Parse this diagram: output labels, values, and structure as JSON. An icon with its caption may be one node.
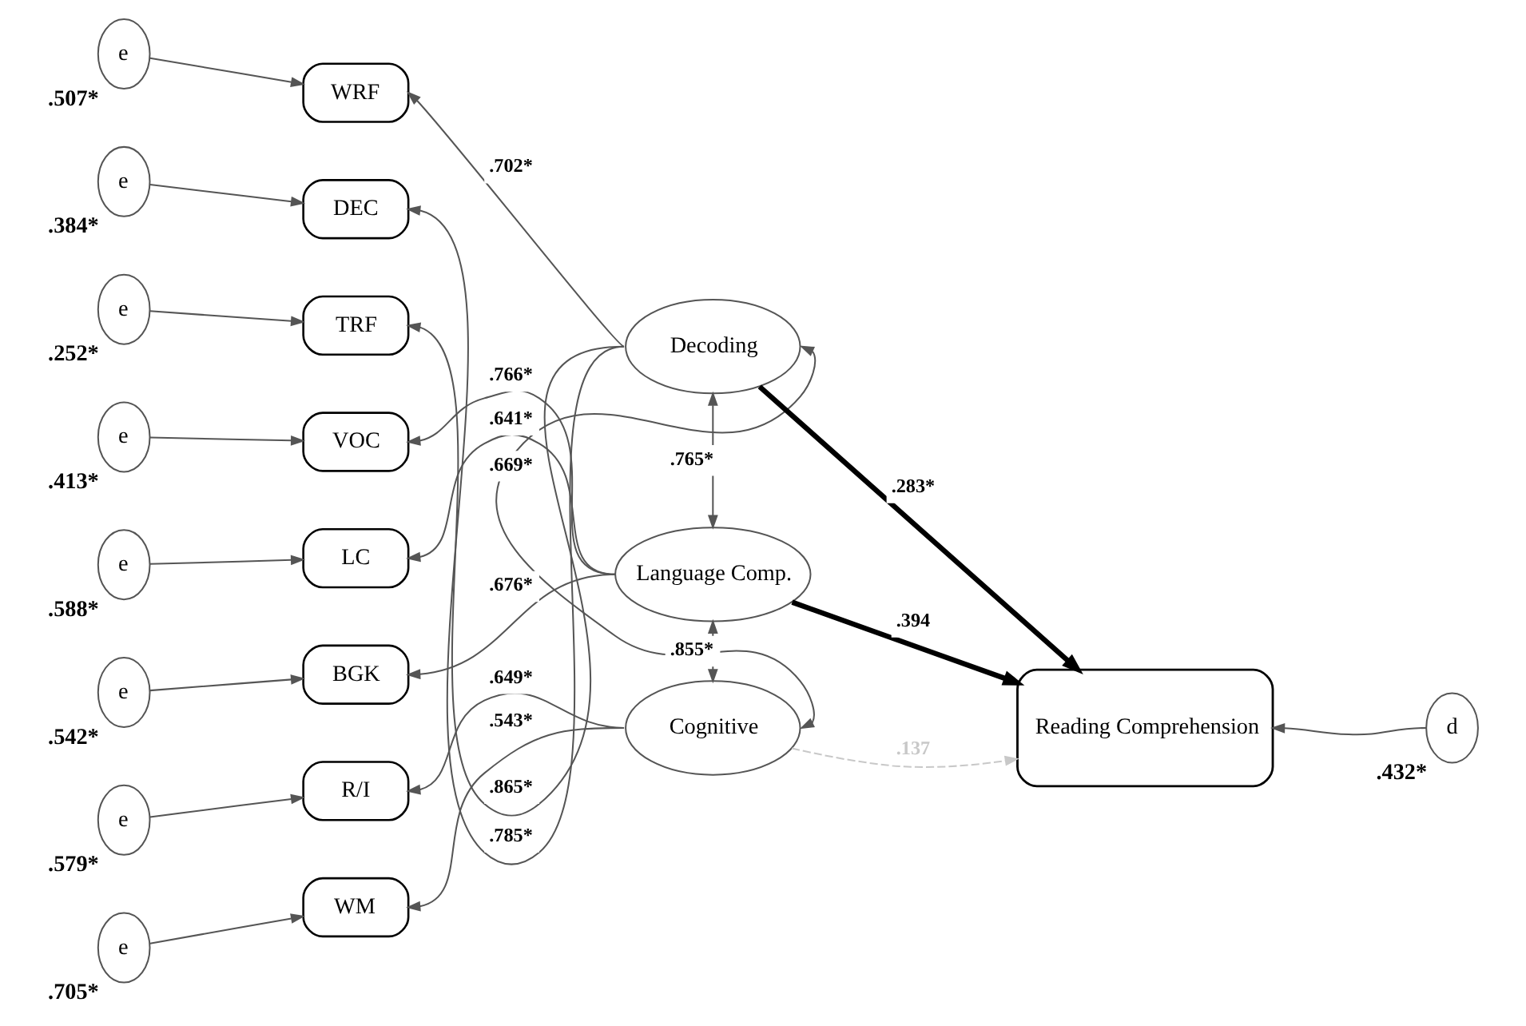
{
  "diagram": {
    "nodes": [
      {
        "text": [
          "e"
        ],
        "beside": [
          ".507*"
        ]
      },
      {
        "text": [
          "e"
        ],
        "beside": [
          ".384*"
        ]
      },
      {
        "text": [
          "e"
        ],
        "beside": [
          ".252*"
        ]
      },
      {
        "text": [
          "e"
        ],
        "beside": [
          ".413*"
        ]
      },
      {
        "text": [
          "e"
        ],
        "beside": [
          ".588*"
        ]
      },
      {
        "text": [
          "e"
        ],
        "beside": [
          ".542*"
        ]
      },
      {
        "text": [
          "e"
        ],
        "beside": [
          ".579*"
        ]
      },
      {
        "text": [
          "e"
        ],
        "beside": [
          ".705*"
        ]
      },
      {
        "text": [
          "WRF"
        ]
      },
      {
        "text": [
          "DEC"
        ]
      },
      {
        "text": [
          "TRF"
        ]
      },
      {
        "text": [
          "VOC"
        ]
      },
      {
        "text": [
          "LC"
        ]
      },
      {
        "text": [
          "BGK"
        ]
      },
      {
        "text": [
          "R/I"
        ]
      },
      {
        "text": [
          "WM"
        ]
      },
      {
        "text": [
          "Decoding"
        ]
      },
      {
        "text": [
          "Language Comp."
        ]
      },
      {
        "text": [
          "Cognitive"
        ]
      },
      {
        "text": [
          "Reading Comprehension"
        ]
      },
      {
        "text": [
          "d"
        ],
        "beside": [
          ".432*"
        ]
      }
    ],
    "edges": [
      {
        "from": 0,
        "to": 8,
        "arrow": "to"
      },
      {
        "from": 1,
        "to": 9,
        "arrow": "to"
      },
      {
        "from": 2,
        "to": 10,
        "arrow": "to"
      },
      {
        "from": 3,
        "to": 11,
        "arrow": "to"
      },
      {
        "from": 4,
        "to": 12,
        "arrow": "to"
      },
      {
        "from": 5,
        "to": 13,
        "arrow": "to"
      },
      {
        "from": 6,
        "to": 14,
        "arrow": "to"
      },
      {
        "from": 7,
        "to": 15,
        "arrow": "to"
      },
      {
        "from": 16,
        "to": 8,
        "arrow": "to",
        "label": ".702*"
      },
      {
        "from": 16,
        "to": 9,
        "arrow": "to",
        "label": ".785*"
      },
      {
        "from": 16,
        "to": 10,
        "arrow": "to",
        "label": ".865*"
      },
      {
        "from": 17,
        "to": 11,
        "arrow": "to",
        "label": ".766*"
      },
      {
        "from": 17,
        "to": 12,
        "arrow": "to",
        "label": ".641*"
      },
      {
        "from": 17,
        "to": 13,
        "arrow": "to",
        "label": ".676*"
      },
      {
        "from": 18,
        "to": 14,
        "arrow": "to",
        "label": ".649*"
      },
      {
        "from": 18,
        "to": 15,
        "arrow": "to",
        "label": ".543*"
      },
      {
        "from": 16,
        "to": 17,
        "arrow": "both",
        "label": ".765*"
      },
      {
        "from": 16,
        "to": 18,
        "arrow": "both",
        "label": ".669*"
      },
      {
        "from": 17,
        "to": 18,
        "arrow": "both",
        "label": ".855*"
      },
      {
        "from": 16,
        "to": 19,
        "arrow": "to",
        "label": ".283*",
        "style": "thick"
      },
      {
        "from": 17,
        "to": 19,
        "arrow": "to",
        "label": ".394",
        "style": "thick"
      },
      {
        "from": 18,
        "to": 19,
        "arrow": "to",
        "label": ".137",
        "style": "dashed",
        "color": "#c8c8c8"
      },
      {
        "from": 20,
        "to": 19,
        "arrow": "to"
      }
    ]
  }
}
